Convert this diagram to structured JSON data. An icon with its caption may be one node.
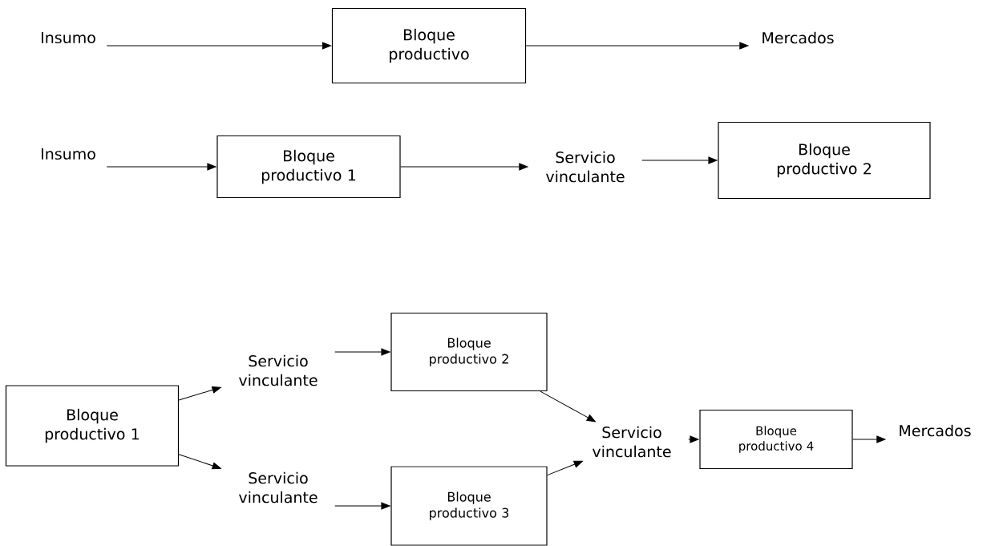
{
  "diagram": {
    "nodes": [
      {
        "text": [
          "Insumo"
        ]
      },
      {
        "text": [
          "Bloque productivo"
        ]
      },
      {
        "text": [
          "Mercados"
        ]
      },
      {
        "text": [
          "Insumo"
        ]
      },
      {
        "text": [
          "Bloque productivo 1"
        ]
      },
      {
        "text": [
          "Servicio vinculante"
        ]
      },
      {
        "text": [
          "Bloque productivo 2"
        ]
      },
      {
        "text": [
          "Bloque productivo 1"
        ]
      },
      {
        "text": [
          "Servicio vinculante"
        ]
      },
      {
        "text": [
          "Servicio vinculante"
        ]
      },
      {
        "text": [
          "Bloque productivo 2"
        ]
      },
      {
        "text": [
          "Bloque productivo 3"
        ]
      },
      {
        "text": [
          "Servicio vinculante"
        ]
      },
      {
        "text": [
          "Bloque productivo 4"
        ]
      },
      {
        "text": [
          "Mercados"
        ]
      }
    ],
    "edges": [
      {
        "from": 0,
        "to": 1,
        "arrow": "to"
      },
      {
        "from": 1,
        "to": 2,
        "arrow": "to"
      },
      {
        "from": 3,
        "to": 4,
        "arrow": "to"
      },
      {
        "from": 4,
        "to": 5,
        "arrow": "to"
      },
      {
        "from": 5,
        "to": 6,
        "arrow": "to"
      },
      {
        "from": 7,
        "to": 8,
        "arrow": "to"
      },
      {
        "from": 7,
        "to": 9,
        "arrow": "to"
      },
      {
        "from": 8,
        "to": 10,
        "arrow": "to"
      },
      {
        "from": 9,
        "to": 11,
        "arrow": "to"
      },
      {
        "from": 10,
        "to": 12,
        "arrow": "to"
      },
      {
        "from": 11,
        "to": 12,
        "arrow": "to"
      },
      {
        "from": 12,
        "to": 13,
        "arrow": "to"
      },
      {
        "from": 13,
        "to": 14,
        "arrow": "to"
      }
    ]
  }
}
